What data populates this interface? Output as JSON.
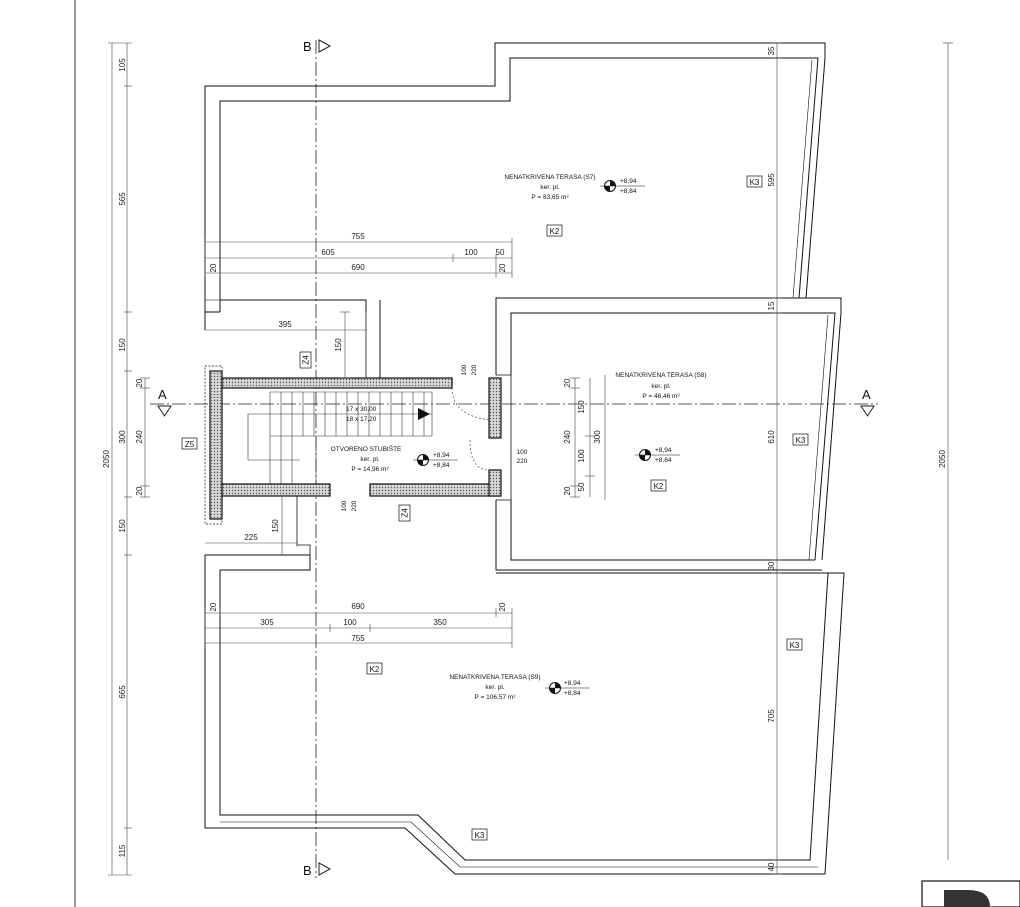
{
  "sections": {
    "b": "B",
    "a": "A"
  },
  "rooms": {
    "s7": {
      "name": "NENATKRIVENA TERASA (S7)",
      "floor": "ker. pl.",
      "area": "P = 83,65 m²",
      "level_top": "+8,94",
      "level_bottom": "+8,84"
    },
    "s8": {
      "name": "NENATKRIVENA TERASA (S8)",
      "floor": "ker. pl.",
      "area": "P = 46,46 m²",
      "level_top": "+8,94",
      "level_bottom": "+8,84"
    },
    "s9": {
      "name": "NENATKRIVENA TERASA (S9)",
      "floor": "ker. pl.",
      "area": "P = 106,57 m²",
      "level_top": "+8,94",
      "level_bottom": "+8,84"
    },
    "stairs": {
      "name": "OTVORENO STUBIŠTE",
      "floor": "ker. pl.",
      "area": "P = 14,96 m²",
      "level_top": "+8,94",
      "level_bottom": "+8,84",
      "steps_1": "17 x 30,00",
      "steps_2": "18 x 17,20"
    }
  },
  "tags": {
    "k2": "K2",
    "k3": "K3",
    "z4": "Z4",
    "z5": "Z5"
  },
  "dims": {
    "left": [
      "105",
      "565",
      "150",
      "300",
      "150",
      "665",
      "115"
    ],
    "left_total": "2050",
    "left_inner": [
      "20",
      "240",
      "20"
    ],
    "right_total": "2050",
    "right_col": [
      "35",
      "595",
      "15",
      "610",
      "30",
      "705",
      "40"
    ],
    "top_rows": {
      "r1": "755",
      "r2a": "605",
      "r2b": "100",
      "r2c": "50",
      "r3a": "20",
      "r3b": "690",
      "r3c": "20"
    },
    "mid_395": "395",
    "mid_150a": "150",
    "mid_225": "225",
    "mid_150b": "150",
    "bot_rows": {
      "r1a": "20",
      "r1b": "690",
      "r1c": "20",
      "r2a": "305",
      "r2b": "100",
      "r2c": "350",
      "r3": "755"
    },
    "s8_dims": [
      "20",
      "240",
      "20",
      "150",
      "300",
      "100",
      "50"
    ],
    "door_1": [
      "100",
      "220"
    ],
    "door_2": [
      "100",
      "220"
    ],
    "door_3": [
      "100",
      "220"
    ]
  }
}
